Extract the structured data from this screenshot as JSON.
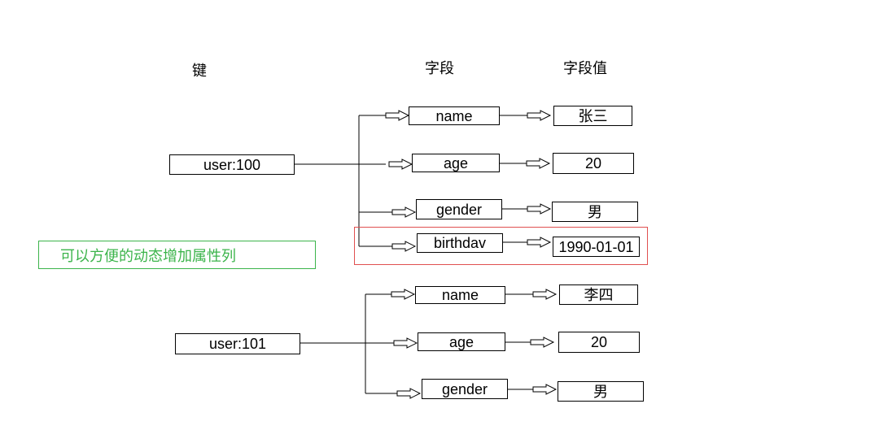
{
  "headers": {
    "key": "键",
    "field": "字段",
    "value": "字段值"
  },
  "records": [
    {
      "key": "user:100",
      "fields": [
        {
          "name": "name",
          "value": "张三"
        },
        {
          "name": "age",
          "value": "20"
        },
        {
          "name": "gender",
          "value": "男"
        },
        {
          "name": "birthdav",
          "value": "1990-01-01"
        }
      ]
    },
    {
      "key": "user:101",
      "fields": [
        {
          "name": "name",
          "value": "李四"
        },
        {
          "name": "age",
          "value": "20"
        },
        {
          "name": "gender",
          "value": "男"
        }
      ]
    }
  ],
  "note": "可以方便的动态增加属性列",
  "colors": {
    "line": "#000000",
    "note": "#3cb44b",
    "highlight": "#e05050"
  }
}
